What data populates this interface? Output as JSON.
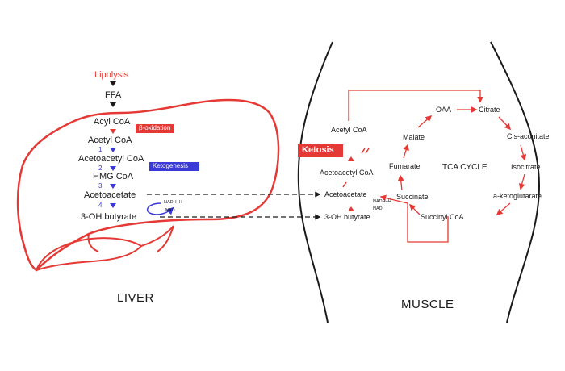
{
  "colors": {
    "red": "#e53935",
    "blue": "#3a3ad6",
    "ink": "#1a1a1a"
  },
  "liver": {
    "lipolysis": "Lipolysis",
    "ffa": "FFA",
    "acyl_coa": "Acyl CoA",
    "beta_oxidation": "β-oxidation",
    "acetyl_coa": "Acetyl CoA",
    "acetoacetyl_coa": "Acetoacetyl CoA",
    "ketogenesis": "Ketogenesis",
    "hmg_coa": "HMG CoA",
    "acetoacetate": "Acetoacetate",
    "hydroxybutyrate": "3-OH butyrate",
    "step_1": "1",
    "step_2": "2",
    "step_3": "3",
    "step_4": "4",
    "nadh": "NADH+H",
    "nad": "NAD",
    "section_label": "LIVER"
  },
  "muscle": {
    "acetyl_coa": "Acetyl CoA",
    "ketosis": "Ketosis",
    "acetoacetyl_coa": "Acetoacetyl CoA",
    "acetoacetate": "Acetoacetate",
    "hydroxybutyrate": "3-OH butyrate",
    "nadh": "NADH+H",
    "nad": "NAD",
    "section_label": "MUSCLE"
  },
  "tca": {
    "title": "TCA CYCLE",
    "oaa": "OAA",
    "citrate": "Citrate",
    "cis_aconitate": "Cis-aconitate",
    "isocitrate": "Isocitrate",
    "ketoglutarate": "a-ketoglutarate",
    "succinyl_coa": "Succinyl CoA",
    "succinate": "Succinate",
    "fumarate": "Fumarate",
    "malate": "Malate"
  }
}
